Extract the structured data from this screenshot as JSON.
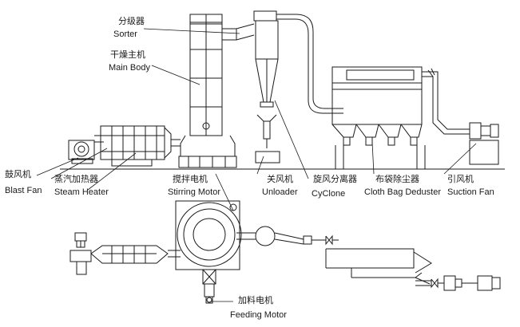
{
  "labels": {
    "sorter": {
      "cn": "分级器",
      "en": "Sorter"
    },
    "main_body": {
      "cn": "干燥主机",
      "en": "Main Body"
    },
    "blast_fan": {
      "cn": "鼓风机",
      "en": "Blast Fan"
    },
    "steam_heater": {
      "cn": "蒸汽加热器",
      "en": "Steam Heater"
    },
    "stirring_motor": {
      "cn": "搅拌电机",
      "en": "Stirring Motor"
    },
    "unloader": {
      "cn": "关风机",
      "en": "Unloader"
    },
    "cyclone": {
      "cn": "旋风分离器",
      "en": "CyClone"
    },
    "cloth_bag": {
      "cn": "布袋除尘器",
      "en": "Cloth Bag Deduster"
    },
    "suction_fan": {
      "cn": "引风机",
      "en": "Suction Fan"
    },
    "feeding_motor": {
      "cn": "加料电机",
      "en": "Feeding Motor"
    }
  },
  "colors": {
    "line": "#1a1a1a",
    "background": "#ffffff"
  }
}
